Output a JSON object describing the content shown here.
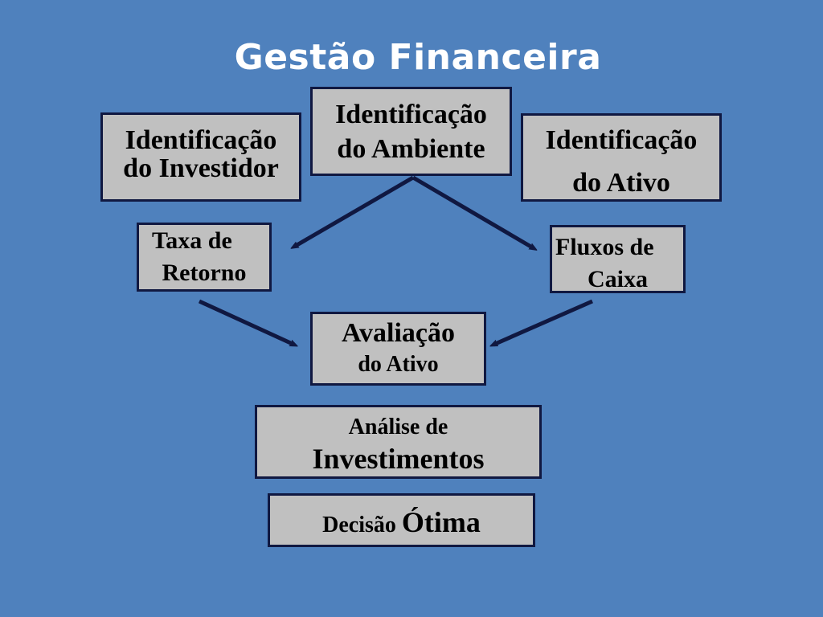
{
  "slide": {
    "title": "Gestão Financeira",
    "background_color": "#4f81bd",
    "box_fill_color": "#c0c0c0",
    "box_border_color": "#101841",
    "arrow_color": "#101841"
  },
  "boxes": {
    "investidor": {
      "line1": "Identificação",
      "line2": "do Investidor"
    },
    "ambiente": {
      "line1": "Identificação",
      "line2": "do Ambiente"
    },
    "ativo": {
      "line1": "Identificação",
      "line2": "do Ativo"
    },
    "taxa": {
      "line1": "Taxa de",
      "line2": "Retorno"
    },
    "fluxos": {
      "line1": "Fluxos de",
      "line2": "Caixa"
    },
    "avaliacao": {
      "line1": "Avaliação",
      "line2": "do Ativo"
    },
    "analise": {
      "line1": "Análise de",
      "line2": "Investimentos"
    },
    "decisao": {
      "word1": "Decisão",
      "word2": "Ótima"
    }
  }
}
